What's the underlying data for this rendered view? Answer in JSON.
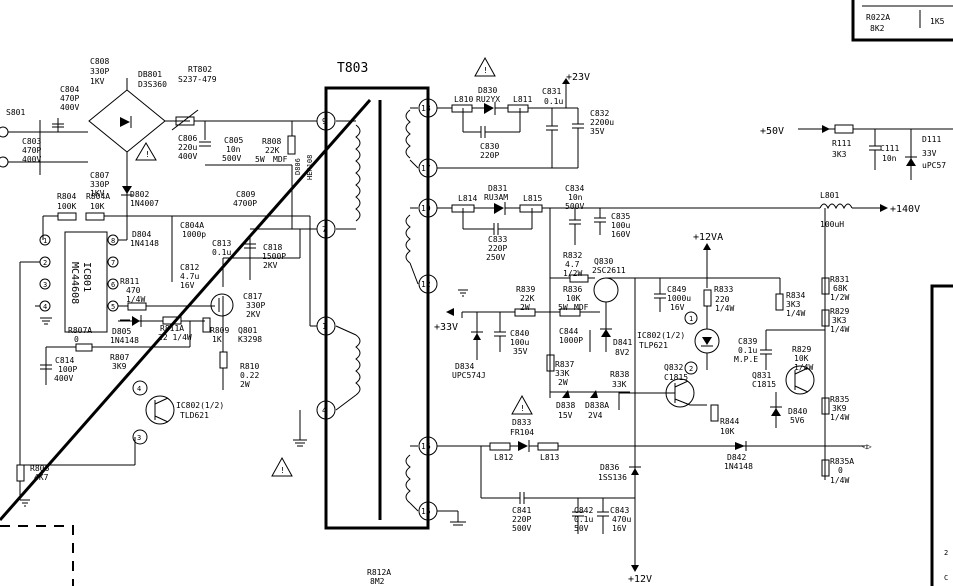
{
  "transformer": {
    "name": "T803",
    "pins": {
      "p9": "9",
      "p7": "7",
      "p1": "1",
      "p4": "4",
      "p18": "18",
      "p17": "17",
      "p10": "10",
      "p12": "12",
      "p16": "16",
      "p15": "15"
    }
  },
  "rails": {
    "v23": "+23V",
    "v50": "+50V",
    "v140": "+140V",
    "v12va": "+12VA",
    "v33": "+33V",
    "v12": "+12V"
  },
  "ic": {
    "ref": "IC801",
    "part": "MC44608",
    "pins": {
      "p1": "1",
      "p2": "2",
      "p3": "3",
      "p4": "4",
      "p5": "5",
      "p6": "6",
      "p7": "7",
      "p8": "8"
    }
  },
  "components": {
    "s801": "S801",
    "c808": [
      "C808",
      "330P",
      "1KV"
    ],
    "db801": [
      "DB801",
      "D3S360"
    ],
    "c804": [
      "C804",
      "470P",
      "400V"
    ],
    "c803": [
      "C803",
      "470P",
      "400V"
    ],
    "c807": [
      "C807",
      "330P",
      "1KV"
    ],
    "rt802": [
      "RT802",
      "S237-479"
    ],
    "c806": [
      "C806",
      "220u",
      "400V"
    ],
    "c805": [
      "C805",
      "10n",
      "500V"
    ],
    "r808": [
      "R808",
      "22K",
      "5W"
    ],
    "mdf1": "MDF",
    "c809": [
      "C809",
      "4700P"
    ],
    "d806": [
      "D806",
      "HER108"
    ],
    "d802": [
      "D802",
      "1N4007"
    ],
    "r804": [
      "R804",
      "100K"
    ],
    "r804a": [
      "R804A",
      "10K"
    ],
    "c804a": [
      "C804A",
      "1000p"
    ],
    "d804": [
      "D804",
      "1N4148"
    ],
    "c812": [
      "C812",
      "4.7u",
      "16V"
    ],
    "c813": [
      "C813",
      "0.1u"
    ],
    "c818": [
      "C818",
      "1500P",
      "2KV"
    ],
    "r811": [
      "R811",
      "470",
      "1/4W"
    ],
    "c817": [
      "C817",
      "330P",
      "2KV"
    ],
    "q801": [
      "Q801",
      "K3298"
    ],
    "d805": [
      "D805",
      "1N4148"
    ],
    "r811a": [
      "R811A",
      "22 1/4W"
    ],
    "r809": [
      "R809",
      "1K"
    ],
    "r810": [
      "R810",
      "0.22",
      "2W"
    ],
    "r807a": [
      "R807A",
      "0"
    ],
    "c814": [
      "C814",
      "100P",
      "400V"
    ],
    "r807": [
      "R807",
      "3K9"
    ],
    "ic802a": [
      "IC802(1/2)",
      "TLD621"
    ],
    "r806": [
      "R806",
      "4K7"
    ],
    "r812a": [
      "R812A",
      "8M2"
    ],
    "l810": "L810",
    "d830": [
      "D830",
      "RU2YX"
    ],
    "l811": "L811",
    "c830": [
      "C830",
      "220P"
    ],
    "c831": [
      "C831",
      "0.1u"
    ],
    "c832": [
      "C832",
      "2200u",
      "35V"
    ],
    "l814": "L814",
    "d831": [
      "D831",
      "RU3AM"
    ],
    "l815": "L815",
    "c833": [
      "C833",
      "220P",
      "250V"
    ],
    "c834": [
      "C834",
      "10n",
      "500V"
    ],
    "c835": [
      "C835",
      "100u",
      "160V"
    ],
    "r832": [
      "R832",
      "4.7",
      "1/2W"
    ],
    "q830": [
      "Q830",
      "2SC2611"
    ],
    "r839": [
      "R839",
      "22K",
      "2W"
    ],
    "r836": [
      "R836",
      "10K",
      "5W"
    ],
    "mdf2": "MDF",
    "c840": [
      "C840",
      "100u",
      "35V"
    ],
    "d834": [
      "D834",
      "UPC574J"
    ],
    "c844": [
      "C844",
      "1000P"
    ],
    "d841": [
      "D841",
      "8V2"
    ],
    "r837": [
      "R837",
      "33K",
      "2W"
    ],
    "d838": [
      "D838",
      "15V"
    ],
    "d838a": [
      "D838A",
      "2V4"
    ],
    "r838": [
      "R838",
      "33K"
    ],
    "d833": [
      "D833",
      "FR104"
    ],
    "c849": [
      "C849",
      "1000u",
      "16V"
    ],
    "r833": [
      "R833",
      "220",
      "1/4W"
    ],
    "ic802b": [
      "IC802(1/2)",
      "TLP621"
    ],
    "q832": [
      "Q832",
      "C1815"
    ],
    "r844": [
      "R844",
      "10K"
    ],
    "r834": [
      "R834",
      "3K3",
      "1/4W"
    ],
    "c839": [
      "C839",
      "0.1u",
      "M.P.E"
    ],
    "q831": [
      "Q831",
      "C1815"
    ],
    "r829": [
      "R829",
      "10K",
      "1/4W"
    ],
    "d840": [
      "D840",
      "5V6"
    ],
    "r831": [
      "R831",
      "68K",
      "1/2W"
    ],
    "r829b": [
      "R829",
      "3K3",
      "1/4W"
    ],
    "r835": [
      "R835",
      "3K9",
      "1/4W"
    ],
    "r835a": [
      "R835A",
      "0",
      "1/4W"
    ],
    "l801": [
      "L801",
      "100uH"
    ],
    "d842": [
      "D842",
      "1N4148"
    ],
    "d836": [
      "D836",
      "1SS136"
    ],
    "l812": "L812",
    "l813": "L813",
    "c841": [
      "C841",
      "220P",
      "500V"
    ],
    "c842": [
      "C842",
      "0.1u",
      "50V"
    ],
    "c843": [
      "C843",
      "470u",
      "16V"
    ],
    "r111": [
      "R111",
      "3K3"
    ],
    "c111": [
      "C111",
      "10n"
    ],
    "d111": [
      "D111",
      "33V",
      "uPC57"
    ],
    "r022a": [
      "R022A",
      "8K2"
    ],
    "r025": "1K5",
    "circle1": "1",
    "circle2": "2",
    "circle3": "3",
    "circle4": "4"
  }
}
